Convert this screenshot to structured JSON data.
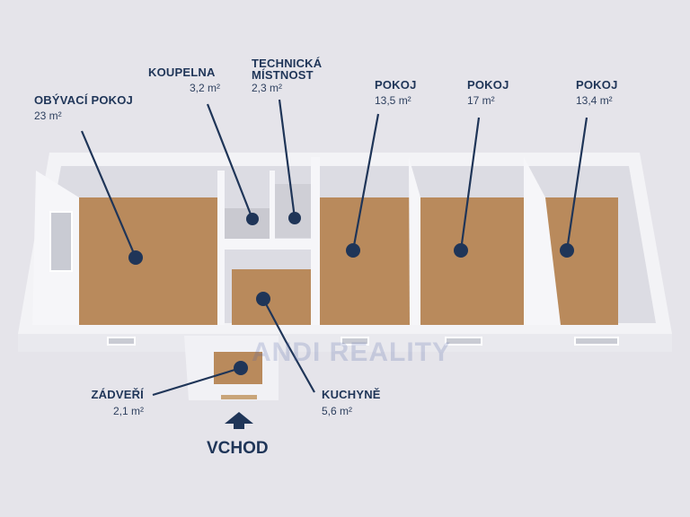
{
  "rooms": [
    {
      "name": "OBÝVACÍ POKOJ",
      "area": "23 m²"
    },
    {
      "name": "KOUPELNA",
      "area": "3,2 m²"
    },
    {
      "name_line1": "TECHNICKÁ",
      "name_line2": "MÍSTNOST",
      "area": "2,3 m²"
    },
    {
      "name": "POKOJ",
      "area": "13,5 m²"
    },
    {
      "name": "POKOJ",
      "area": "17 m²"
    },
    {
      "name": "POKOJ",
      "area": "13,4 m²"
    },
    {
      "name": "ZÁDVEŘÍ",
      "area": "2,1 m²"
    },
    {
      "name": "KUCHYNĚ",
      "area": "5,6 m²"
    }
  ],
  "entrance": {
    "label": "VCHOD"
  },
  "watermark": "ANDI REALITY",
  "colors": {
    "accent": "#1f3558",
    "floor": "#b98a5c",
    "wall": "#f4f4f7",
    "background": "#e5e4ea"
  }
}
